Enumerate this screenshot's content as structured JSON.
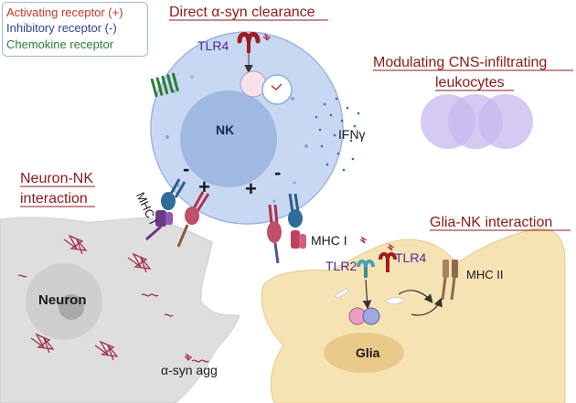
{
  "legend": {
    "activating": "Activating receptor (+)",
    "inhibitory": "Inhibitory receptor (-)",
    "chemokine": "Chemokine receptor"
  },
  "titles": {
    "direct_clearance": "Direct α-syn clearance",
    "modulating_line1": "Modulating CNS-infiltrating",
    "modulating_line2": "leukocytes",
    "neuron_nk_line1": "Neuron-NK",
    "neuron_nk_line2": "interaction",
    "glia_nk": "Glia-NK interaction"
  },
  "labels": {
    "tlr4_top": "TLR4",
    "nk": "NK",
    "ifng": "IFNγ",
    "mhc_i_left": "MHC I",
    "mhc_i_right": "MHC I",
    "tlr2": "TLR2",
    "tlr4_glia": "TLR4",
    "mhc_ii": "MHC II",
    "neuron": "Neuron",
    "glia": "Glia",
    "asyn_agg": "α-syn agg",
    "minus_left": "-",
    "plus_left": "+",
    "plus_right": "+",
    "minus_right": "-"
  },
  "colors": {
    "activating": "#c0392b",
    "inhibitory": "#2c3e9e",
    "chemokine": "#2e7d32",
    "title_red": "#8b1a1a",
    "nk_cell": "#c9d8f2",
    "nk_nucleus": "#9fb9e3",
    "neuron_cell": "#dedede",
    "glia_cell": "#f6e3b4",
    "leukocyte": "#c7b8ee"
  }
}
